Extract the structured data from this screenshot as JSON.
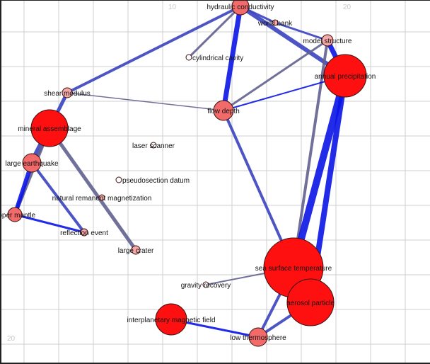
{
  "axis_labels": [
    "10",
    "20",
    "20"
  ],
  "colors": {
    "edge_strong": "#0a14e6",
    "edge_mid": "#3a42c0",
    "edge_gray": "#606090",
    "node_big": "#ff1010",
    "node_mid": "#f36a6a",
    "node_small": "#f7a8a8",
    "node_empty": "#ffffff",
    "grid": "#cfcfcf"
  },
  "nodes": [
    {
      "id": "hc",
      "label": "hydraulic conductivity",
      "weight": 3
    },
    {
      "id": "wb",
      "label": "world bank",
      "weight": 1
    },
    {
      "id": "ms",
      "label": "model structure",
      "weight": 2
    },
    {
      "id": "ap",
      "label": "annual precipitation",
      "weight": 8
    },
    {
      "id": "cc",
      "label": "cylindrical cavity",
      "weight": 0
    },
    {
      "id": "sm",
      "label": "shear modulus",
      "weight": 2
    },
    {
      "id": "fd",
      "label": "flow depth",
      "weight": 4
    },
    {
      "id": "ma",
      "label": "mineral assemblage",
      "weight": 7
    },
    {
      "id": "ls",
      "label": "laser scanner",
      "weight": 0
    },
    {
      "id": "le",
      "label": "large earthquake",
      "weight": 4
    },
    {
      "id": "pd",
      "label": "pseudosection datum",
      "weight": 0
    },
    {
      "id": "nrm",
      "label": "natural remanent magnetization",
      "weight": 1
    },
    {
      "id": "um",
      "label": "upper mantle",
      "weight": 3
    },
    {
      "id": "re",
      "label": "reflection event",
      "weight": 1
    },
    {
      "id": "lc",
      "label": "large crater",
      "weight": 2
    },
    {
      "id": "sst",
      "label": "sea surface temperature",
      "weight": 11
    },
    {
      "id": "gr",
      "label": "gravity recovery",
      "weight": 0
    },
    {
      "id": "aero",
      "label": "aerosol particle",
      "weight": 9
    },
    {
      "id": "imf",
      "label": "interplanetary magnetic field",
      "weight": 6
    },
    {
      "id": "lt",
      "label": "low thermosphere",
      "weight": 4
    }
  ],
  "edges": [
    {
      "s": "hc",
      "t": "sm",
      "w": 4,
      "c": "edge_mid"
    },
    {
      "s": "hc",
      "t": "cc",
      "w": 3,
      "c": "edge_gray"
    },
    {
      "s": "hc",
      "t": "fd",
      "w": 7,
      "c": "edge_strong"
    },
    {
      "s": "hc",
      "t": "wb",
      "w": 3,
      "c": "edge_mid"
    },
    {
      "s": "wb",
      "t": "ms",
      "w": 3,
      "c": "edge_mid"
    },
    {
      "s": "hc",
      "t": "ap",
      "w": 6,
      "c": "edge_mid"
    },
    {
      "s": "ms",
      "t": "ap",
      "w": 7,
      "c": "edge_strong"
    },
    {
      "s": "ms",
      "t": "fd",
      "w": 3,
      "c": "edge_gray"
    },
    {
      "s": "ms",
      "t": "sst",
      "w": 4,
      "c": "edge_gray"
    },
    {
      "s": "ap",
      "t": "fd",
      "w": 2,
      "c": "edge_strong"
    },
    {
      "s": "ap",
      "t": "sst",
      "w": 10,
      "c": "edge_strong"
    },
    {
      "s": "ap",
      "t": "aero",
      "w": 8,
      "c": "edge_strong"
    },
    {
      "s": "fd",
      "t": "sm",
      "w": 1.5,
      "c": "edge_gray"
    },
    {
      "s": "fd",
      "t": "sst",
      "w": 4,
      "c": "edge_mid"
    },
    {
      "s": "sm",
      "t": "ma",
      "w": 5,
      "c": "edge_mid"
    },
    {
      "s": "ma",
      "t": "le",
      "w": 8,
      "c": "edge_mid"
    },
    {
      "s": "ma",
      "t": "um",
      "w": 5,
      "c": "edge_gray"
    },
    {
      "s": "ma",
      "t": "lc",
      "w": 5,
      "c": "edge_gray"
    },
    {
      "s": "le",
      "t": "um",
      "w": 6,
      "c": "edge_strong"
    },
    {
      "s": "le",
      "t": "re",
      "w": 4,
      "c": "edge_mid"
    },
    {
      "s": "um",
      "t": "re",
      "w": 3,
      "c": "edge_strong"
    },
    {
      "s": "sst",
      "t": "gr",
      "w": 2,
      "c": "edge_gray"
    },
    {
      "s": "sst",
      "t": "lt",
      "w": 4,
      "c": "edge_mid"
    },
    {
      "s": "aero",
      "t": "lt",
      "w": 4,
      "c": "edge_mid"
    },
    {
      "s": "imf",
      "t": "lt",
      "w": 3,
      "c": "edge_strong"
    }
  ]
}
